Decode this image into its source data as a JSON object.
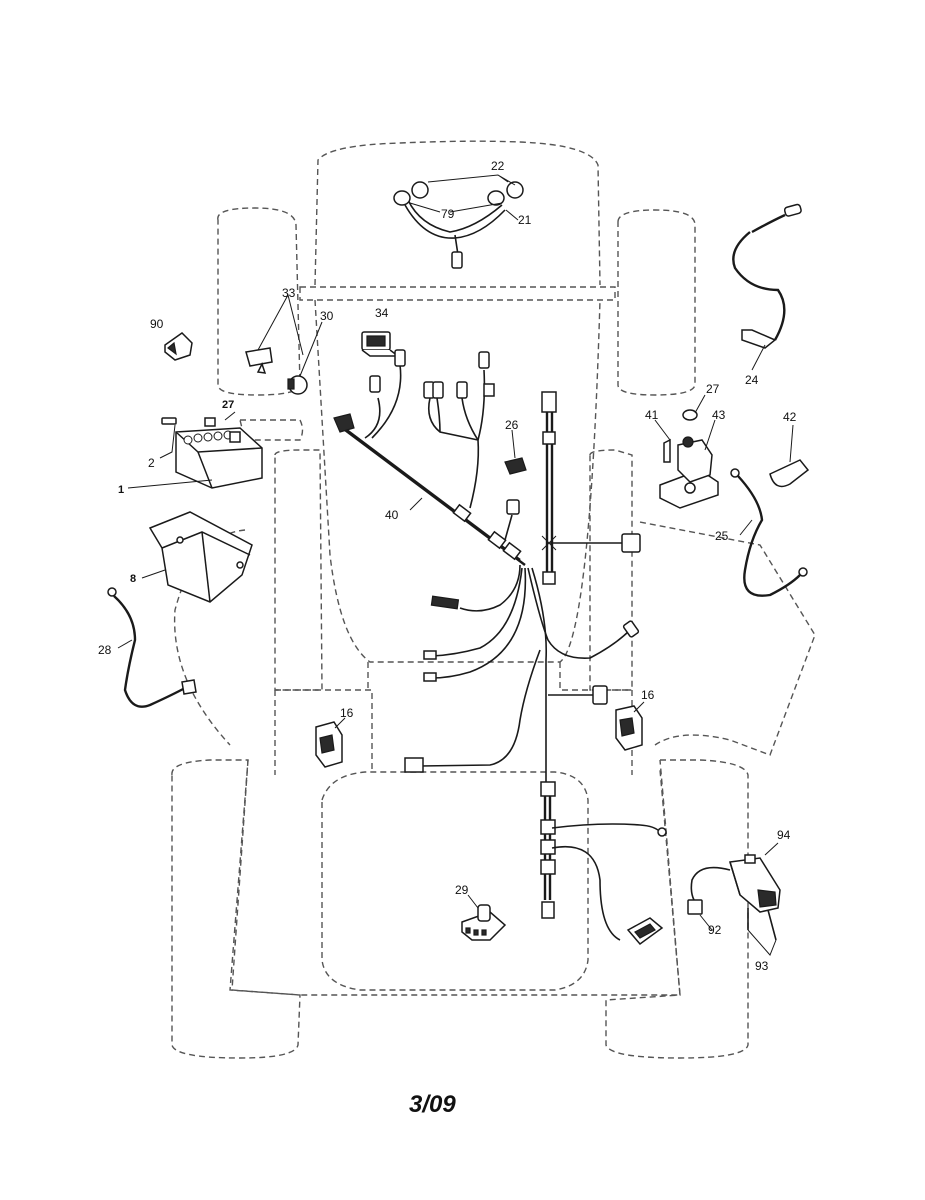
{
  "diagram": {
    "callouts": {
      "c22": "22",
      "c79": "79",
      "c21": "21",
      "c33": "33",
      "c90": "90",
      "c30": "30",
      "c34": "34",
      "c24": "24",
      "c27a": "27",
      "c27b": "27",
      "c2": "2",
      "c1": "1",
      "c41": "41",
      "c43": "43",
      "c42": "42",
      "c26": "26",
      "c40": "40",
      "c25": "25",
      "c8": "8",
      "c28": "28",
      "c16a": "16",
      "c16b": "16",
      "c94": "94",
      "c29": "29",
      "c92": "92",
      "c93": "93"
    },
    "footer_text": "3/09"
  }
}
